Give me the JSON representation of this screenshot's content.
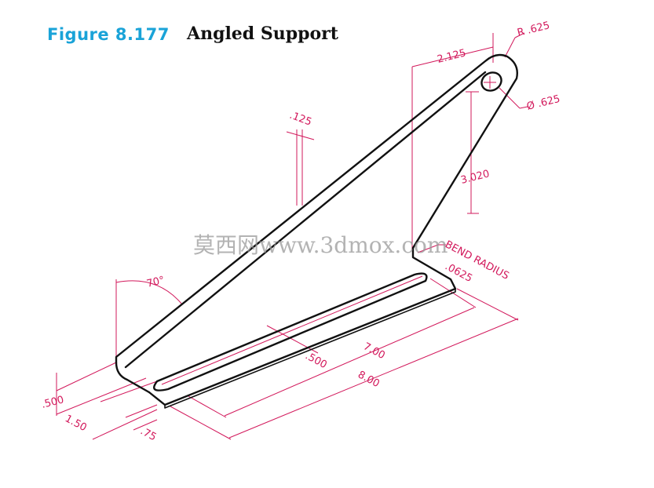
{
  "figure": {
    "number": "Figure 8.177",
    "title": "Angled Support"
  },
  "dimensions": {
    "dim_2125": "2.125",
    "radius": "R .625",
    "hole_diameter": "Ø .625",
    "dim_125": ".125",
    "dim_3020": "3.020",
    "bend_radius_label": "BEND RADIUS",
    "bend_radius_value": ".0625",
    "angle": "70°",
    "dim_700": "7.00",
    "dim_800": "8.00",
    "dim_500_slot": ".500",
    "dim_500_edge": ".500",
    "dim_150": "1.50",
    "dim_75": ".75"
  },
  "watermark": "莫西网www.3dmox.com",
  "colors": {
    "figure_number": "#1aa3d8",
    "dimension": "#d2185b",
    "outline": "#111111"
  }
}
